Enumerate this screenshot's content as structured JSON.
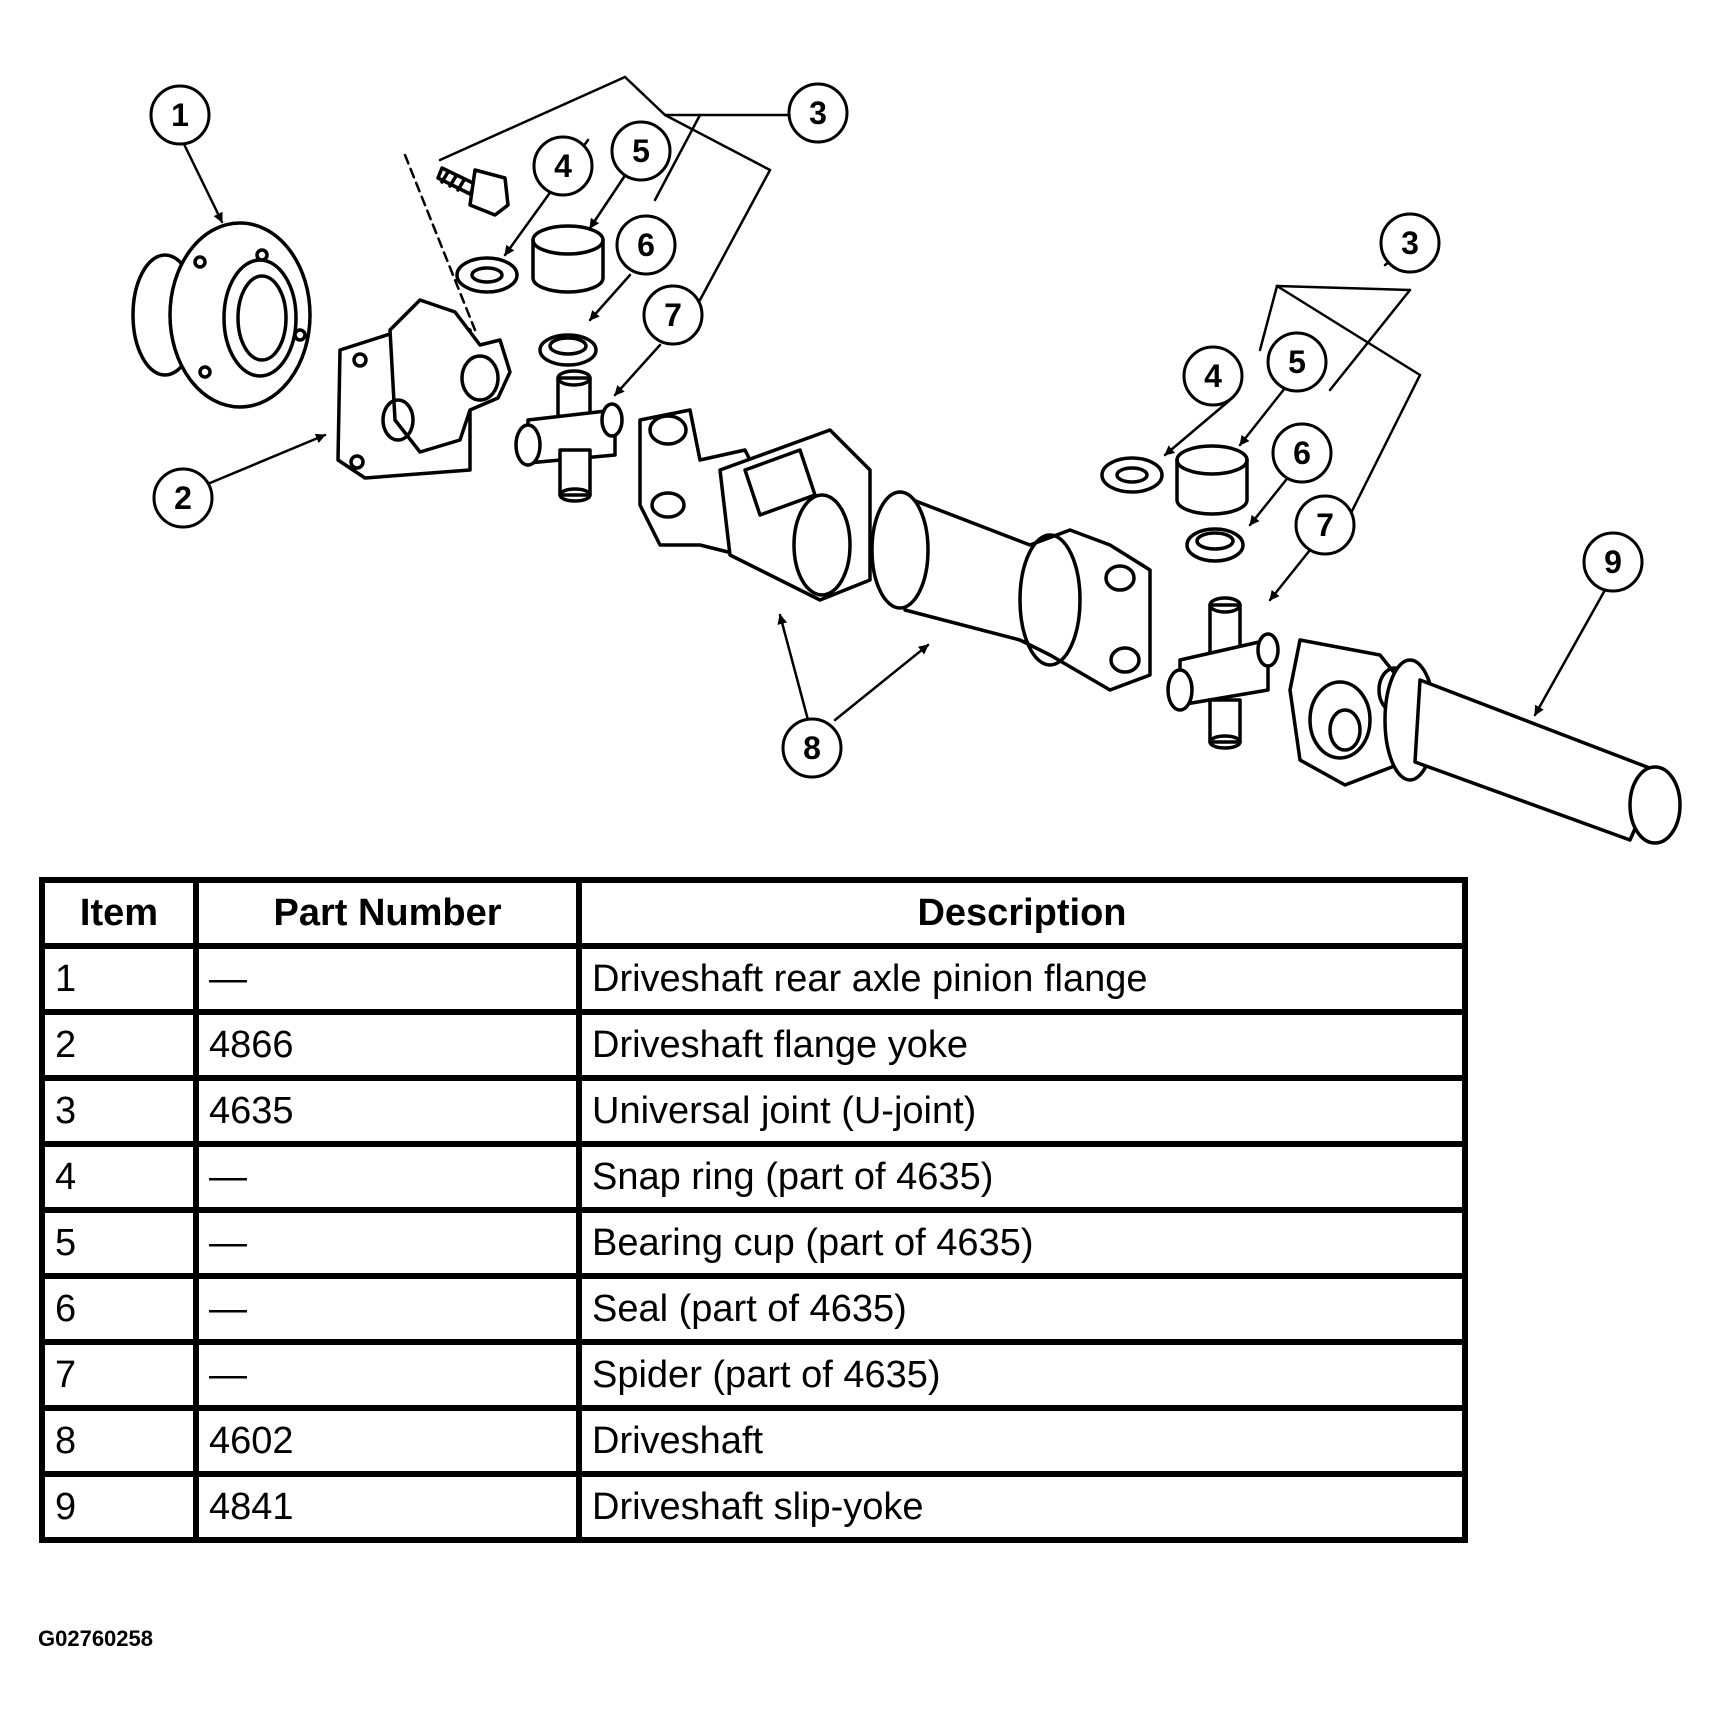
{
  "callouts": [
    "1",
    "2",
    "3",
    "4",
    "5",
    "6",
    "7",
    "3",
    "4",
    "5",
    "6",
    "7",
    "8",
    "9"
  ],
  "table": {
    "headers": [
      "Item",
      "Part Number",
      "Description"
    ],
    "rows": [
      {
        "item": "1",
        "part_number": "—",
        "description": "Driveshaft rear axle pinion flange"
      },
      {
        "item": "2",
        "part_number": "4866",
        "description": "Driveshaft flange yoke"
      },
      {
        "item": "3",
        "part_number": "4635",
        "description": "Universal joint (U-joint)"
      },
      {
        "item": "4",
        "part_number": "—",
        "description": "Snap ring (part of 4635)"
      },
      {
        "item": "5",
        "part_number": "—",
        "description": "Bearing cup (part of 4635)"
      },
      {
        "item": "6",
        "part_number": "—",
        "description": "Seal (part of 4635)"
      },
      {
        "item": "7",
        "part_number": "—",
        "description": "Spider (part of 4635)"
      },
      {
        "item": "8",
        "part_number": "4602",
        "description": "Driveshaft"
      },
      {
        "item": "9",
        "part_number": "4841",
        "description": "Driveshaft slip-yoke"
      }
    ]
  },
  "figure_id": "G02760258"
}
